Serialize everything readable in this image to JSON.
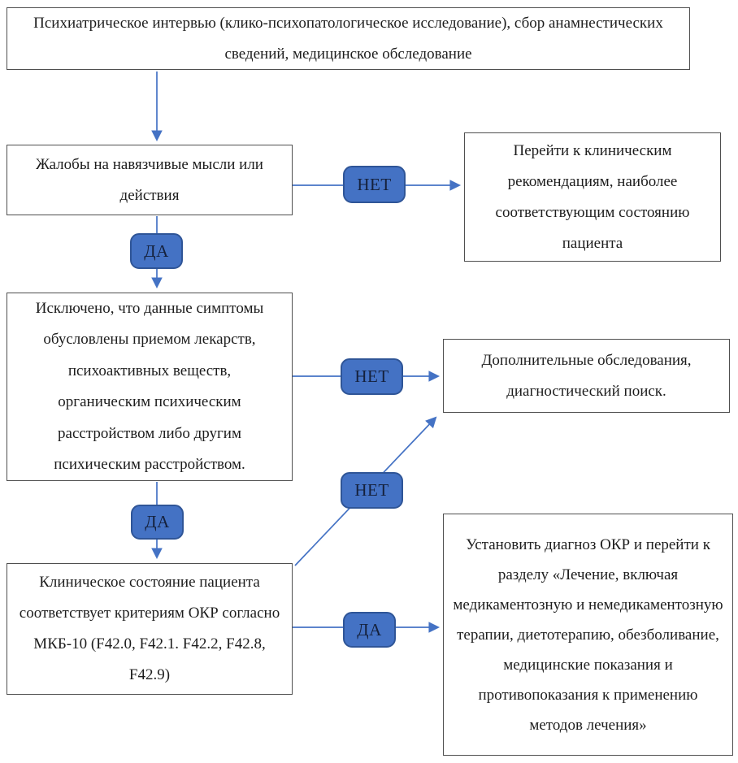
{
  "diagram": {
    "title_hint": "Алгоритм диагностики ОКР (блок-схема)",
    "boxes": {
      "interview": "Психиатрическое интервью (клико-психопатологическое исследование), сбор анамнестических сведений, медицинское обследование",
      "complaints": "Жалобы на навязчивые мысли или действия",
      "goto_recommendations": "Перейти к клиническим рекомендациям, наиболее соответствующим состоянию пациента",
      "excluded": "Исключено, что данные симптомы обусловлены приемом лекарств, психоактивных веществ, органическим психическим расстройством либо другим психическим расстройством.",
      "additional": "Дополнительные обследования, диагностический поиск.",
      "criteria": "Клиническое состояние пациента соответствует критериям ОКР согласно МКБ-10 (F42.0, F42.1. F42.2, F42.8, F42.9)",
      "diagnosis": "Установить диагноз ОКР и перейти к разделу «Лечение, включая медикаментозную и немедикаментозную терапии, диетотерапию, обезболивание, медицинские показания и противопоказания к применению методов лечения»"
    },
    "labels": {
      "yes": "ДА",
      "no": "НЕТ"
    },
    "colors": {
      "badge_fill": "#4472C4",
      "badge_border": "#2F5597",
      "badge_text": "#15213C",
      "arrow": "#4472C4",
      "box_border": "#4f4f4f",
      "box_text": "#1d1d1d",
      "background": "#ffffff"
    }
  }
}
